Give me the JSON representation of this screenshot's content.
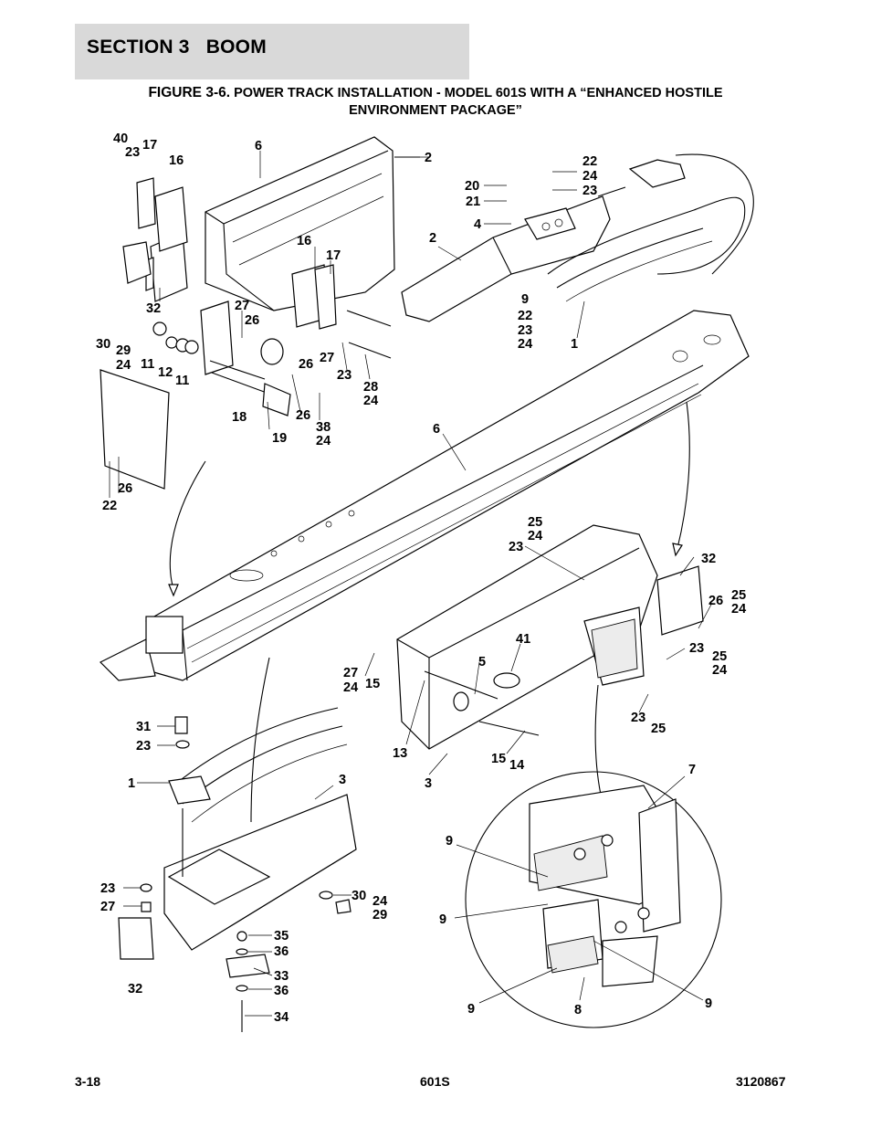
{
  "header": {
    "section_title": "SECTION 3   BOOM"
  },
  "figure": {
    "label": "FIGURE 3-6.",
    "title_line1": "POWER TRACK INSTALLATION - MODEL 601S WITH A “ENHANCED HOSTILE",
    "title_line2": "ENVIRONMENT PACKAGE”"
  },
  "callouts": {
    "c40": "40",
    "c23a": "23",
    "c17a": "17",
    "c16a": "16",
    "c6a": "6",
    "c2a": "2",
    "c22a": "22",
    "c24a": "24",
    "c20": "20",
    "c23b": "23",
    "c21": "21",
    "c4": "4",
    "c2b": "2",
    "c16b": "16",
    "c17b": "17",
    "c32a": "32",
    "c27a": "27",
    "c26a": "26",
    "c9a": "9",
    "c22b": "22",
    "c23c": "23",
    "c24b": "24",
    "c1a": "1",
    "c30a": "30",
    "c29a": "29",
    "c24c": "24",
    "c11a": "11",
    "c12": "12",
    "c11b": "11",
    "c27b": "27",
    "c26b": "26",
    "c23d": "23",
    "c28": "28",
    "c24d": "24",
    "c18": "18",
    "c19": "19",
    "c26c": "26",
    "c38": "38",
    "c24e": "24",
    "c6b": "6",
    "c26d": "26",
    "c22c": "22",
    "c25a": "25",
    "c24f": "24",
    "c23e": "23",
    "c32b": "32",
    "c26e": "26",
    "c25b": "25",
    "c24g": "24",
    "c41": "41",
    "c5": "5",
    "c27c": "27",
    "c24h": "24",
    "c15a": "15",
    "c23f": "23",
    "c25c": "25",
    "c24i": "24",
    "c23g": "23",
    "c25d": "25",
    "c13": "13",
    "c15b": "15",
    "c14": "14",
    "c3a": "3",
    "c31": "31",
    "c23h": "23",
    "c1b": "1",
    "c3b": "3",
    "c23i": "23",
    "c27d": "27",
    "c30b": "30",
    "c24j": "24",
    "c29b": "29",
    "c35": "35",
    "c36a": "36",
    "c33": "33",
    "c36b": "36",
    "c34": "34",
    "c32c": "32",
    "c7": "7",
    "c9b": "9",
    "c9c": "9",
    "c9d": "9",
    "c8": "8",
    "c9e": "9"
  },
  "footer": {
    "page_number": "3-18",
    "model": "601S",
    "doc_number": "3120867"
  }
}
